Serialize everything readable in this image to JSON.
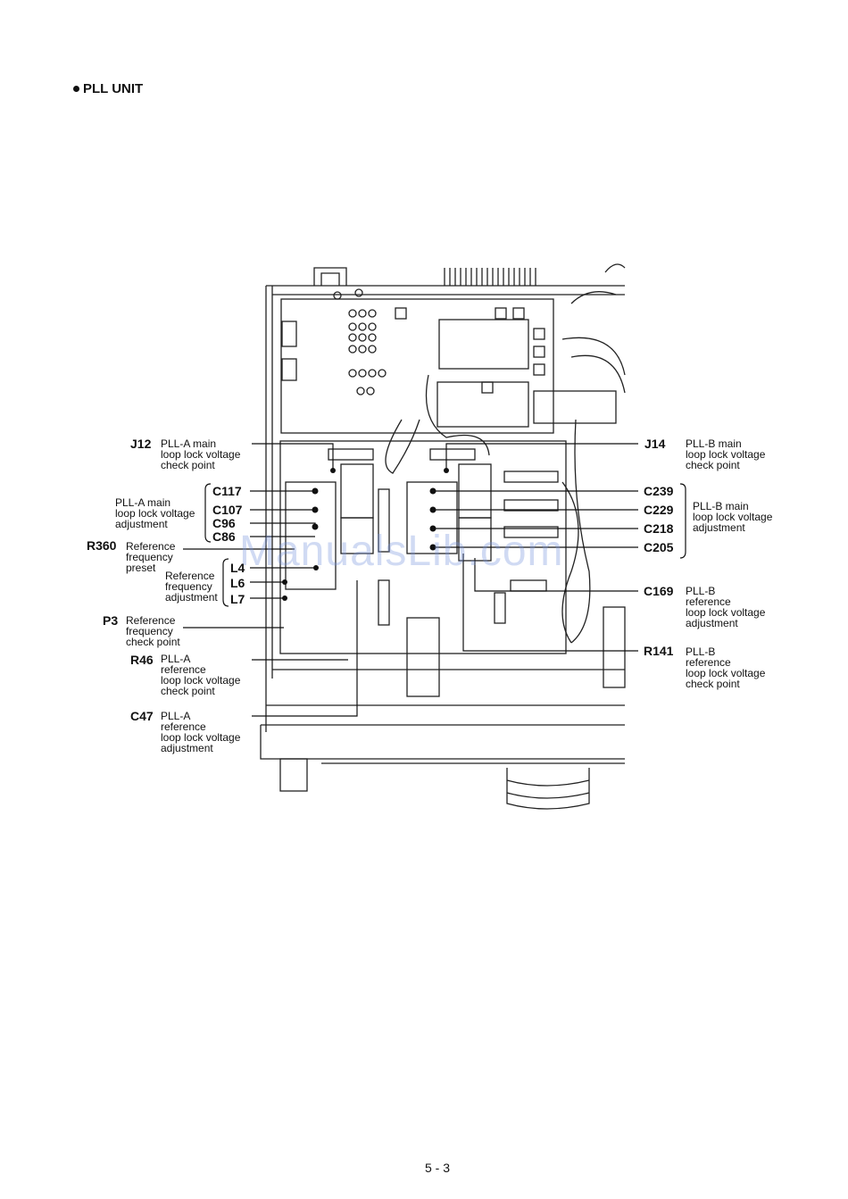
{
  "section_title": "PLL UNIT",
  "page_number": "5 - 3",
  "watermark": "ManualsLib.com",
  "left_callouts": {
    "j12": {
      "ref": "J12",
      "desc": "PLL-A main\nloop lock voltage\ncheck point"
    },
    "c117_group_desc": "PLL-A main\nloop lock voltage\nadjustment",
    "c117": "C117",
    "c107": "C107",
    "c96": "C96",
    "c86": "C86",
    "r360": {
      "ref": "R360",
      "desc": "Reference\nfrequency\npreset"
    },
    "l_group_desc": "Reference\nfrequency\nadjustment",
    "l4": "L4",
    "l6": "L6",
    "l7": "L7",
    "p3": {
      "ref": "P3",
      "desc": "Reference\nfrequency\ncheck point"
    },
    "r46": {
      "ref": "R46",
      "desc": "PLL-A\nreference\nloop lock voltage\ncheck point"
    },
    "c47": {
      "ref": "C47",
      "desc": "PLL-A\nreference\nloop lock voltage\nadjustment"
    }
  },
  "right_callouts": {
    "j14": {
      "ref": "J14",
      "desc": "PLL-B main\nloop lock voltage\ncheck point"
    },
    "c239": "C239",
    "c229": "C229",
    "c218": "C218",
    "c205": "C205",
    "c_group_desc": "PLL-B main\nloop lock voltage\nadjustment",
    "c169": {
      "ref": "C169",
      "desc": "PLL-B\nreference\nloop lock voltage\nadjustment"
    },
    "r141": {
      "ref": "R141",
      "desc": "PLL-B\nreference\nloop lock voltage\ncheck point"
    }
  }
}
